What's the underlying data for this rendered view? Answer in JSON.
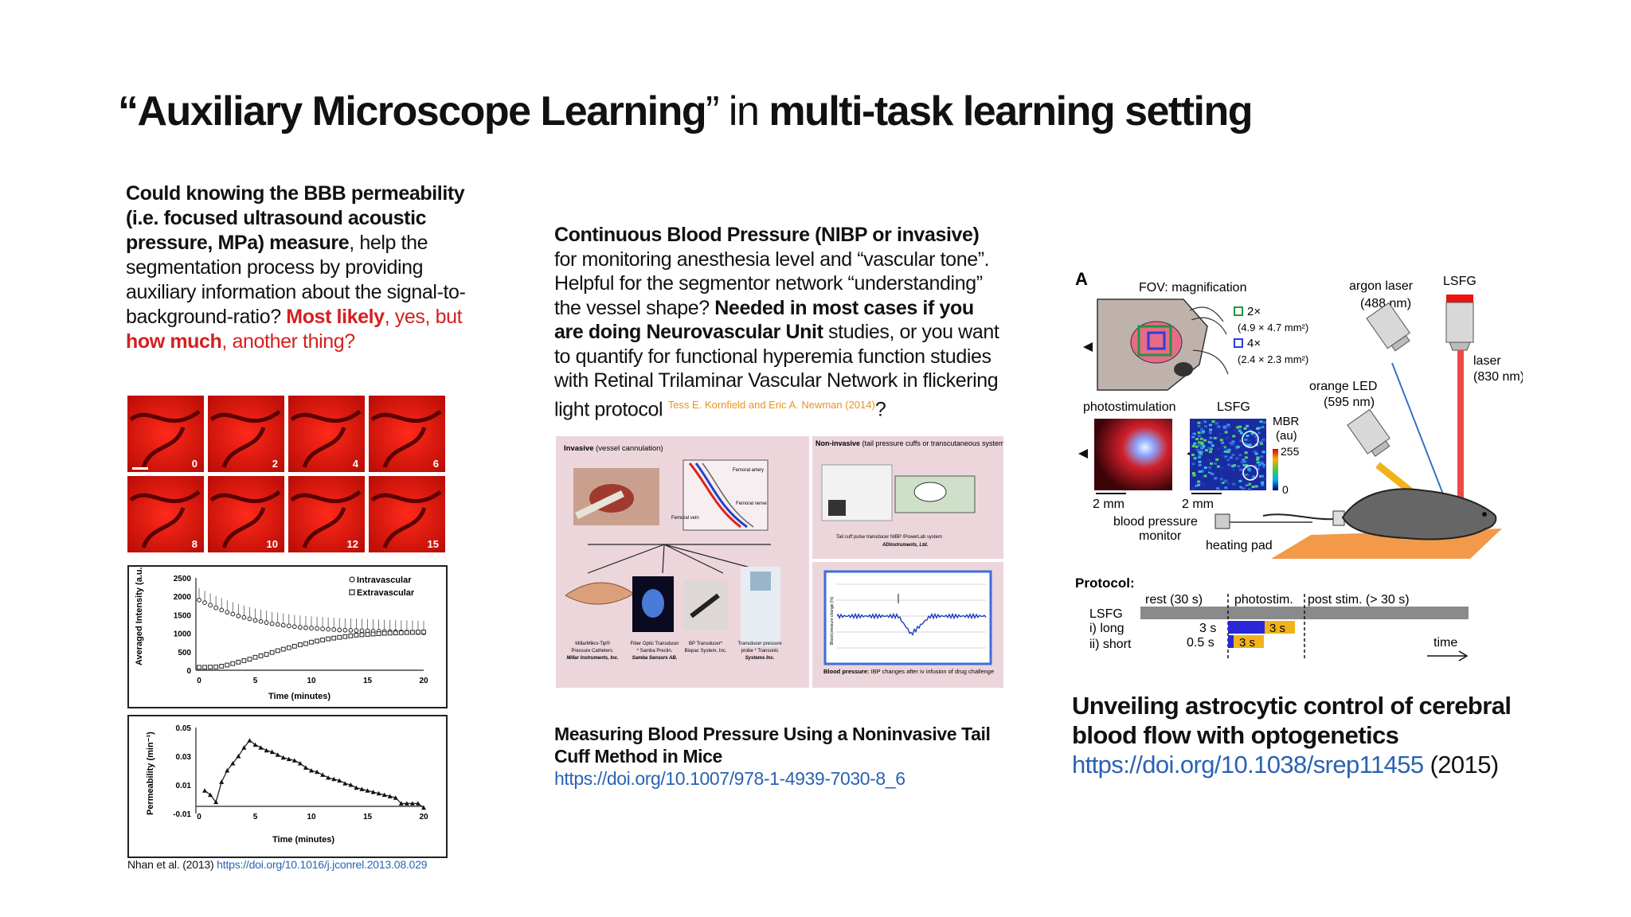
{
  "title": {
    "q_open": "“",
    "part1": "Auxiliary Microscope Learning",
    "q_close": "”",
    "part2": " in ",
    "part3": "multi-task learning setting"
  },
  "col1": {
    "bold1": "Could knowing the BBB permeability (i.e. focused ultrasound acoustic pressure, MPa) measure",
    "text1": ", help the segmentation process by providing auxiliary information about the signal-to-background-ratio? ",
    "red_bold1": "Most likely",
    "red1": ", yes, but ",
    "red_bold2": "how much",
    "red2": ", another thing?",
    "citation_text": "Nhan et al. (2013) ",
    "citation_link": "https://doi.org/10.1016/j.jconrel.2013.08.029"
  },
  "frames": {
    "labels": [
      "0",
      "2",
      "4",
      "6",
      "8",
      "10",
      "12",
      "15"
    ]
  },
  "chart_intensity": {
    "ylabel": "Averaged Intensity (a.u.)",
    "xlabel": "Time (minutes)",
    "yticks": [
      "2500",
      "2000",
      "1500",
      "1000",
      "500",
      "0"
    ],
    "xticks": [
      "0",
      "5",
      "10",
      "15",
      "20"
    ],
    "legend": [
      "Intravascular",
      "Extravascular"
    ]
  },
  "chart_perm": {
    "ylabel": "Permeability (min⁻¹)",
    "xlabel": "Time (minutes)",
    "yticks": [
      "0.05",
      "0.03",
      "0.01",
      "-0.01"
    ],
    "xticks": [
      "0",
      "5",
      "10",
      "15",
      "20"
    ]
  },
  "chart_data": [
    {
      "type": "scatter",
      "xlabel": "Time (minutes)",
      "ylabel": "Averaged Intensity (a.u.)",
      "xlim": [
        0,
        20
      ],
      "ylim": [
        0,
        2500
      ],
      "series": [
        {
          "name": "Intravascular",
          "x": [
            0,
            0.5,
            1,
            1.5,
            2,
            2.5,
            3,
            3.5,
            4,
            4.5,
            5,
            5.5,
            6,
            6.5,
            7,
            7.5,
            8,
            8.5,
            9,
            9.5,
            10,
            10.5,
            11,
            11.5,
            12,
            12.5,
            13,
            13.5,
            14,
            14.5,
            15,
            15.5,
            16,
            16.5,
            17,
            17.5,
            18,
            18.5,
            19,
            19.5,
            20
          ],
          "y": [
            1900,
            1830,
            1760,
            1690,
            1630,
            1570,
            1520,
            1470,
            1430,
            1390,
            1350,
            1320,
            1290,
            1260,
            1240,
            1220,
            1200,
            1180,
            1160,
            1150,
            1140,
            1130,
            1120,
            1110,
            1100,
            1090,
            1085,
            1080,
            1075,
            1070,
            1065,
            1060,
            1055,
            1050,
            1045,
            1040,
            1035,
            1030,
            1025,
            1020,
            1015
          ]
        },
        {
          "name": "Extravascular",
          "x": [
            0,
            0.5,
            1,
            1.5,
            2,
            2.5,
            3,
            3.5,
            4,
            4.5,
            5,
            5.5,
            6,
            6.5,
            7,
            7.5,
            8,
            8.5,
            9,
            9.5,
            10,
            10.5,
            11,
            11.5,
            12,
            12.5,
            13,
            13.5,
            14,
            14.5,
            15,
            15.5,
            16,
            16.5,
            17,
            17.5,
            18,
            18.5,
            19,
            19.5,
            20
          ],
          "y": [
            80,
            80,
            85,
            90,
            110,
            140,
            180,
            220,
            260,
            300,
            350,
            390,
            430,
            480,
            530,
            570,
            610,
            650,
            690,
            720,
            760,
            790,
            820,
            850,
            870,
            890,
            910,
            930,
            950,
            960,
            970,
            980,
            990,
            1000,
            1005,
            1010,
            1015,
            1020,
            1025,
            1030,
            1035
          ]
        }
      ]
    },
    {
      "type": "line",
      "xlabel": "Time (minutes)",
      "ylabel": "Permeability (min⁻¹)",
      "xlim": [
        0,
        20
      ],
      "ylim": [
        -0.01,
        0.05
      ],
      "series": [
        {
          "x": [
            0.5,
            1,
            1.5,
            2,
            2.5,
            3,
            3.5,
            4,
            4.5,
            5,
            5.5,
            6,
            6.5,
            7,
            7.5,
            8,
            8.5,
            9,
            9.5,
            10,
            10.5,
            11,
            11.5,
            12,
            12.5,
            13,
            13.5,
            14,
            14.5,
            15,
            15.5,
            16,
            16.5,
            17,
            17.5,
            18,
            18.5,
            19,
            19.5,
            20
          ],
          "y": [
            0.006,
            0.003,
            -0.002,
            0.012,
            0.02,
            0.025,
            0.03,
            0.036,
            0.041,
            0.038,
            0.036,
            0.034,
            0.033,
            0.031,
            0.029,
            0.028,
            0.027,
            0.025,
            0.022,
            0.02,
            0.019,
            0.017,
            0.015,
            0.014,
            0.013,
            0.011,
            0.01,
            0.008,
            0.007,
            0.006,
            0.005,
            0.004,
            0.003,
            0.002,
            0.001,
            -0.003,
            -0.003,
            -0.003,
            -0.003,
            -0.006
          ]
        }
      ]
    }
  ],
  "col2": {
    "bold1": "Continuous Blood Pressure (NIBP or invasive)",
    "text1": " for monitoring anesthesia level and “vascular tone”. Helpful for the segmentor network “understanding” the vessel shape? ",
    "bold2": "Needed in most cases if you are doing Neurovascular Unit",
    "text2": " studies, or you want to quantify for functional hyperemia function studies with Retinal Trilaminar Vascular Network in flickering light protocol ",
    "tiny_ref": "Tess E. Kornfield and Eric A. Newman (2014)",
    "end": "?",
    "cite_bold": "Measuring Blood Pressure Using a Noninvasive Tail Cuff Method in Mice",
    "cite_link": "https://doi.org/10.1007/978-1-4939-7030-8_6"
  },
  "bp_figure": {
    "invasive_bold": "Invasive",
    "invasive_rest": " (vessel cannulation)",
    "noninvasive_bold": "Non-invasive",
    "noninvasive_rest": " (tail pressure cuffs or transcutaneous systems)",
    "artery_labels": [
      "Femoral artery",
      "Femoral vein",
      "Femoral nerve"
    ],
    "devices": [
      {
        "l1": "MillarMikro-Tip®",
        "l2": "Pressure Catheters.",
        "l3": "Millar Instruments, Inc."
      },
      {
        "l1": "Fiber Optic Transducer",
        "l2": "* Samba Preclin.",
        "l3": "Samba Sensors AB."
      },
      {
        "l1": "BP Transducer*",
        "l2": "Biopac System, Inc.",
        "l3": ""
      },
      {
        "l1": "Transducer pressure",
        "l2": "probe * Transonic",
        "l3": "Systems Inc."
      }
    ],
    "tailcuff_caption": "Tail cuff pulse transducer NIBP /PowerLab system",
    "tailcuff_company": "ADInstruments, Ltd.",
    "trace_ylabel": "Blood pressure change (%)",
    "bp_caption_bold": "Blood pressure:",
    "bp_caption_rest": " IBP changes after iv infusion of drug challenge"
  },
  "col3": {
    "panel_letter": "A",
    "fov": "FOV: magnification",
    "mag1": "2×",
    "mag1_dim": "(4.9 × 4.7 mm²)",
    "mag2": "4×",
    "mag2_dim": "(2.4 × 2.3 mm²)",
    "argon": "argon laser",
    "argon_nm": "(488 nm)",
    "lsfg_top": "LSFG",
    "laser": "laser",
    "laser_nm": "(830 nm)",
    "orange_led": "orange LED",
    "orange_nm": "(595 nm)",
    "photostim": "photostimulation",
    "lsfg_mid": "LSFG",
    "mbr": "MBR",
    "au": "(au)",
    "scale_max": "255",
    "scale_min": "0",
    "scale_mm1": "2 mm",
    "scale_mm2": "2 mm",
    "bp_monitor1": "blood pressure",
    "bp_monitor2": "monitor",
    "heating": "heating pad",
    "protocol": "Protocol:",
    "rest": "rest (30 s)",
    "photostim_phase": "photostim.",
    "post": "post stim. (> 30 s)",
    "lsfg_bottom": "LSFG",
    "long": "i) long",
    "short": "ii) short",
    "t_long": "3 s",
    "t_short": "0.5 s",
    "t3a": "3 s",
    "t3b": "3 s",
    "time": "time",
    "cite_bold": "Unveiling astrocytic control of cerebral blood flow with optogenetics",
    "cite_link": "https://doi.org/10.1038/srep11455",
    "cite_year": " (2015)",
    "colors": {
      "blue": "#2a28d6",
      "orange": "#f2b21b",
      "laser_red": "#f04848",
      "pad": "#f29a4a"
    }
  }
}
